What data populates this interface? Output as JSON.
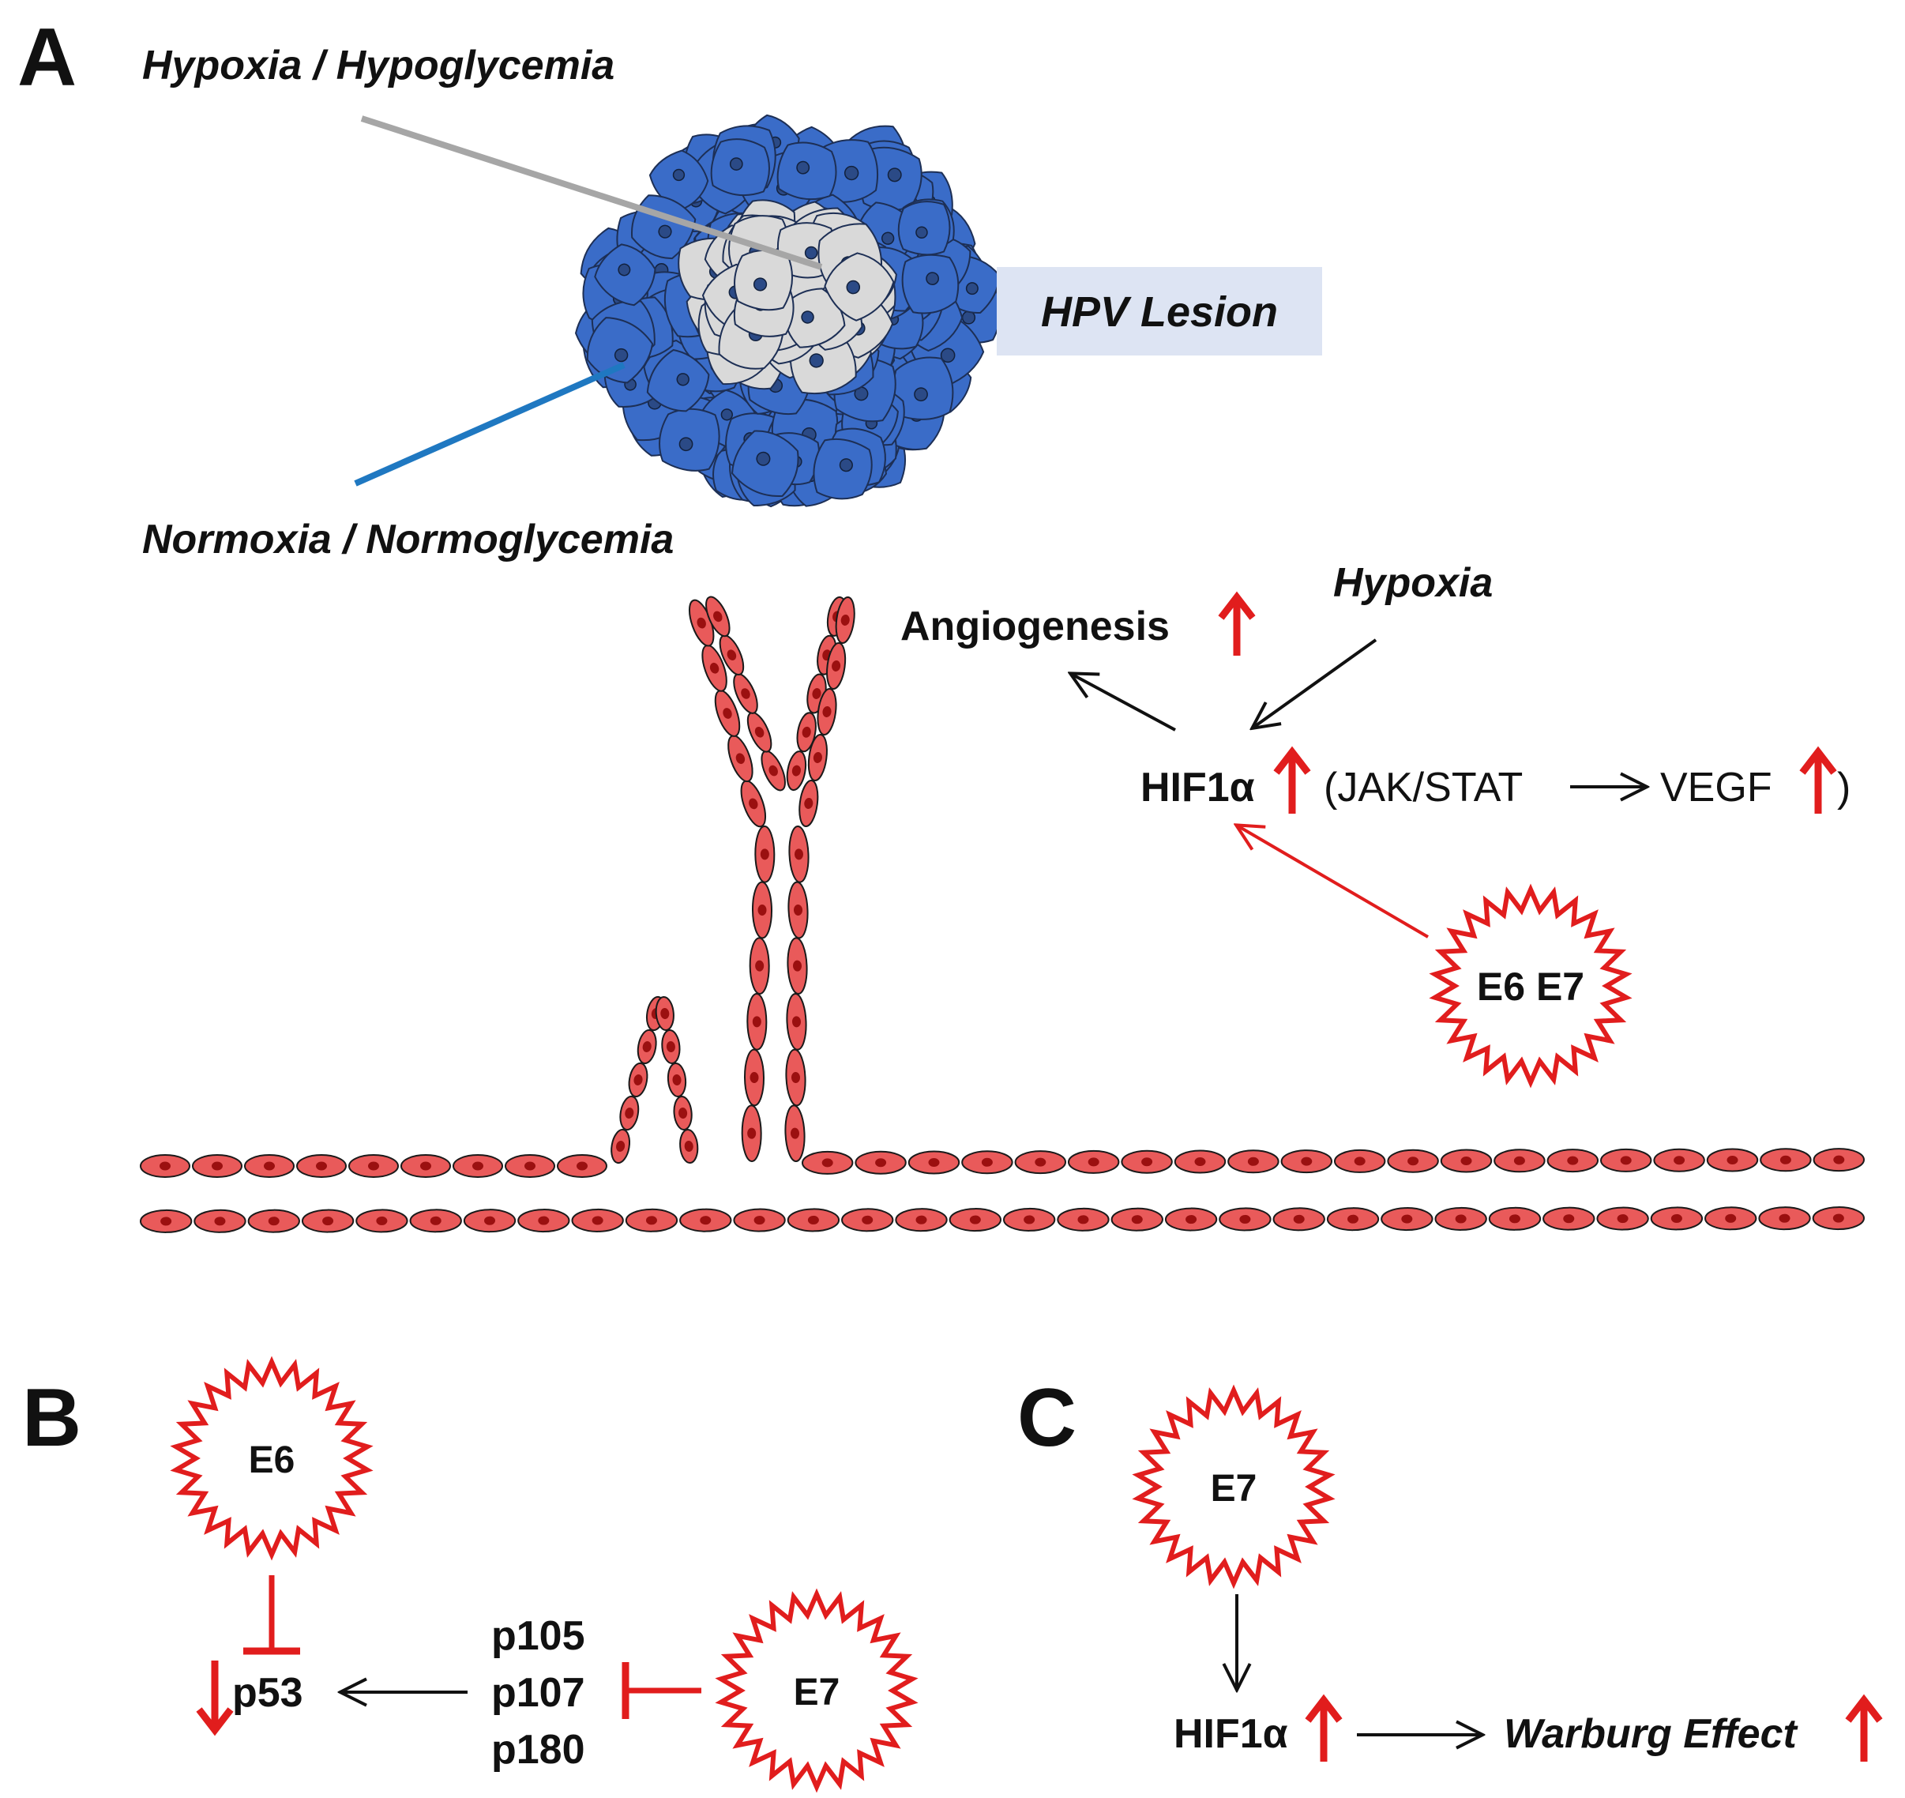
{
  "panels": {
    "a": "A",
    "b": "B",
    "c": "C"
  },
  "panel_a": {
    "hypoxia_hypoglycemia": "Hypoxia / Hypoglycemia",
    "normoxia_normoglycemia": "Normoxia / Normoglycemia",
    "hpv_lesion": "HPV Lesion",
    "angiogenesis": "Angiogenesis",
    "hypoxia": "Hypoxia",
    "hif1a": "HIF1α",
    "jak_stat_open": "(JAK/STAT",
    "vegf": "VEGF",
    "close_paren": ")",
    "e6e7": "E6 E7"
  },
  "panel_b": {
    "e6": "E6",
    "e7": "E7",
    "p53": "p53",
    "p105": "p105",
    "p107": "p107",
    "p180": "p180"
  },
  "panel_c": {
    "e7": "E7",
    "hif1a": "HIF1α",
    "warburg": "Warburg Effect"
  },
  "colors": {
    "lesion_outer": "#3a6cc8",
    "lesion_inner": "#d9d9d9",
    "vessel": "#e95a5a",
    "nucleus": "#9b1010",
    "oncoprotein": "#e11d1d",
    "label_box": "#dde4f3",
    "normoxia_line": "#1f78c1",
    "hypoxia_line": "#a6a6a6"
  }
}
